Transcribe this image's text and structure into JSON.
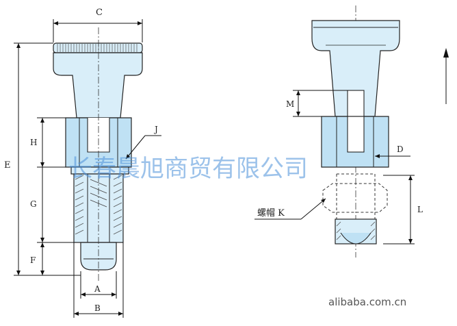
{
  "labels": {
    "C": "C",
    "E": "E",
    "H": "H",
    "J": "J",
    "G": "G",
    "F": "F",
    "A": "A",
    "B": "B",
    "M": "M",
    "D": "D",
    "L": "L",
    "K": "螺帽 K"
  },
  "watermark": "长春晨旭商贸有限公司",
  "brand": "alibaba.com.cn",
  "colors": {
    "part_fill": "#d9eef9",
    "part_fill_dark": "#bfe1f4",
    "watermark": "#4a8fd8"
  }
}
